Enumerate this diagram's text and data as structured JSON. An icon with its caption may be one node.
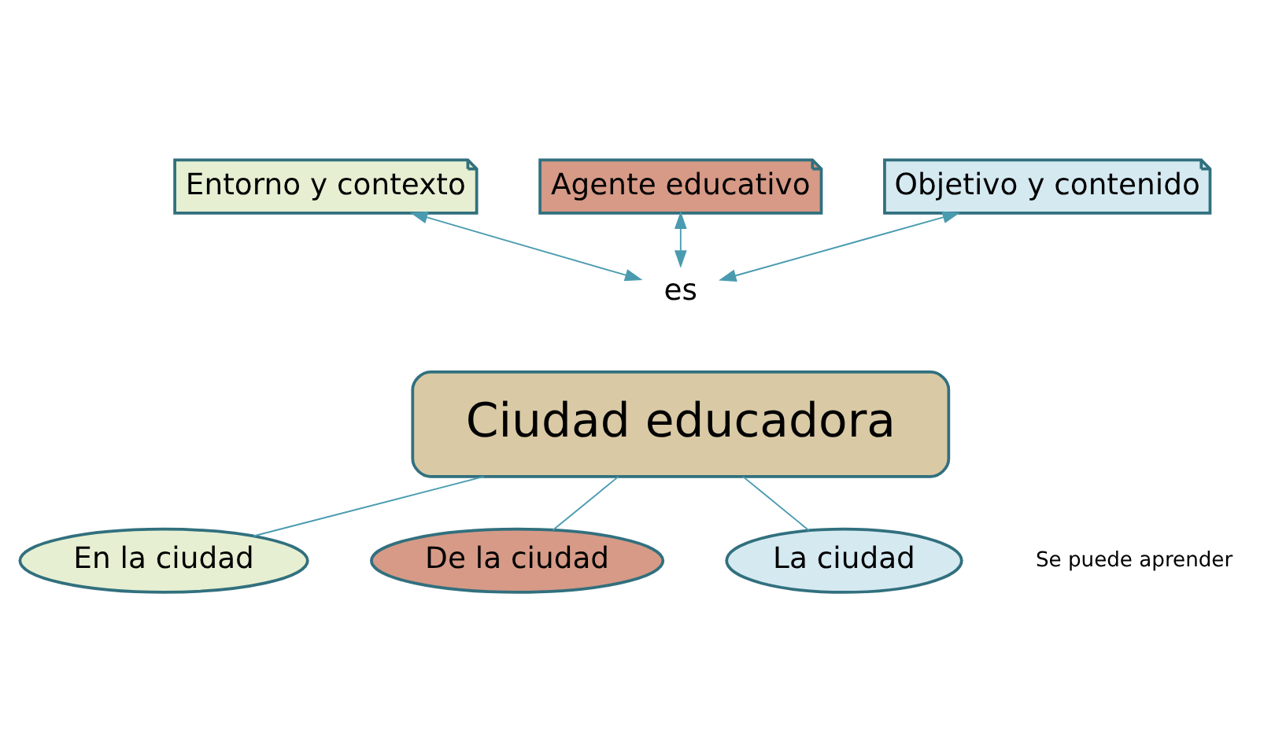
{
  "diagram": {
    "nodes": [
      {
        "text": [
          "Entorno y contexto"
        ]
      },
      {
        "text": [
          "Agente educativo"
        ]
      },
      {
        "text": [
          "Objetivo y contenido"
        ]
      },
      {
        "text": [
          "es"
        ]
      },
      {
        "text": [
          "Ciudad educadora"
        ]
      },
      {
        "text": [
          "En la ciudad"
        ]
      },
      {
        "text": [
          "De la ciudad"
        ]
      },
      {
        "text": [
          "La ciudad"
        ]
      }
    ],
    "edges": [
      {
        "from": 0,
        "to": 3,
        "arrow": "both"
      },
      {
        "from": 1,
        "to": 3,
        "arrow": "both"
      },
      {
        "from": 2,
        "to": 3,
        "arrow": "both"
      },
      {
        "from": 4,
        "to": 5,
        "arrow": "none"
      },
      {
        "from": 4,
        "to": 6,
        "arrow": "none"
      },
      {
        "from": 4,
        "to": 7,
        "arrow": "none"
      }
    ],
    "labels": [
      "Se puede aprender"
    ]
  }
}
